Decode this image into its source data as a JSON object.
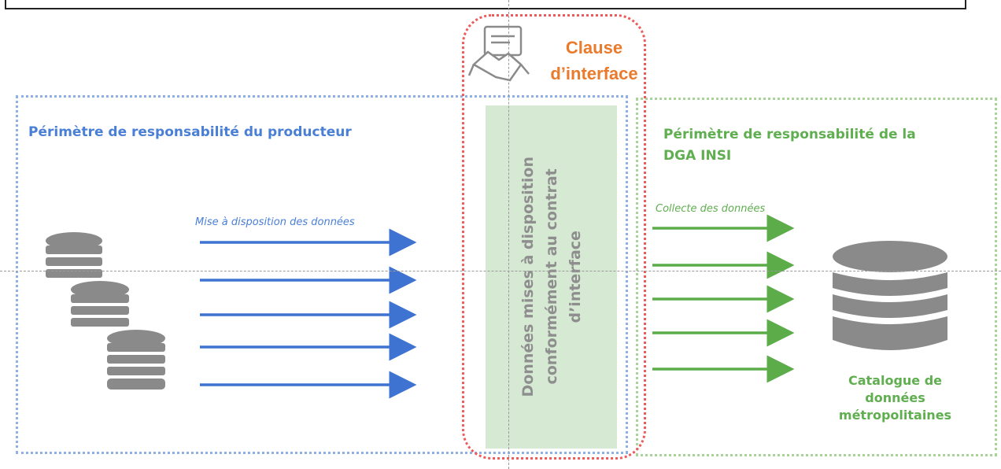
{
  "clause": {
    "title": "Clause\nd’interface",
    "icon": "handshake-contract-icon"
  },
  "producer": {
    "title": "Périmètre de responsabilité du producteur",
    "arrow_caption": "Mise à disposition des données",
    "color": "#4a7fd6"
  },
  "dga": {
    "title": "Périmètre de responsabilité de la\nDGA INSI",
    "arrow_caption": "Collecte des données",
    "color": "#5fae4f"
  },
  "interface_panel": {
    "text": "Données mises à disposition\nconformément au contrat\nd’interface"
  },
  "catalogue": {
    "label": "Catalogue de\ndonnées\nmétropolitaines"
  },
  "colors": {
    "clause": "#ea7a2c",
    "zone_red": "#ee5a5a",
    "panel": "#d6ead3",
    "database": "#8a8a8a"
  }
}
